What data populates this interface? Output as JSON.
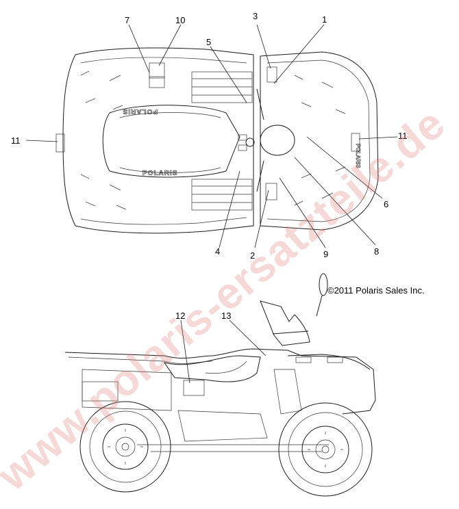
{
  "copyright": "©2011 Polaris Sales Inc.",
  "watermark": "www.polaris-ersatzteile.de",
  "decal_text": {
    "brand_main": "POLARIS",
    "brand_rear_mirrored": "POLARIS",
    "brand_front": "POLARIS"
  },
  "callouts": {
    "c1": "1",
    "c2": "2",
    "c3": "3",
    "c4": "4",
    "c5": "5",
    "c6": "6",
    "c7": "7",
    "c8": "8",
    "c9": "9",
    "c10": "10",
    "c11_left": "11",
    "c11_right": "11",
    "c12": "12",
    "c13": "13"
  },
  "colors": {
    "line": "#1a1a1a",
    "watermark": "#e07a70"
  }
}
